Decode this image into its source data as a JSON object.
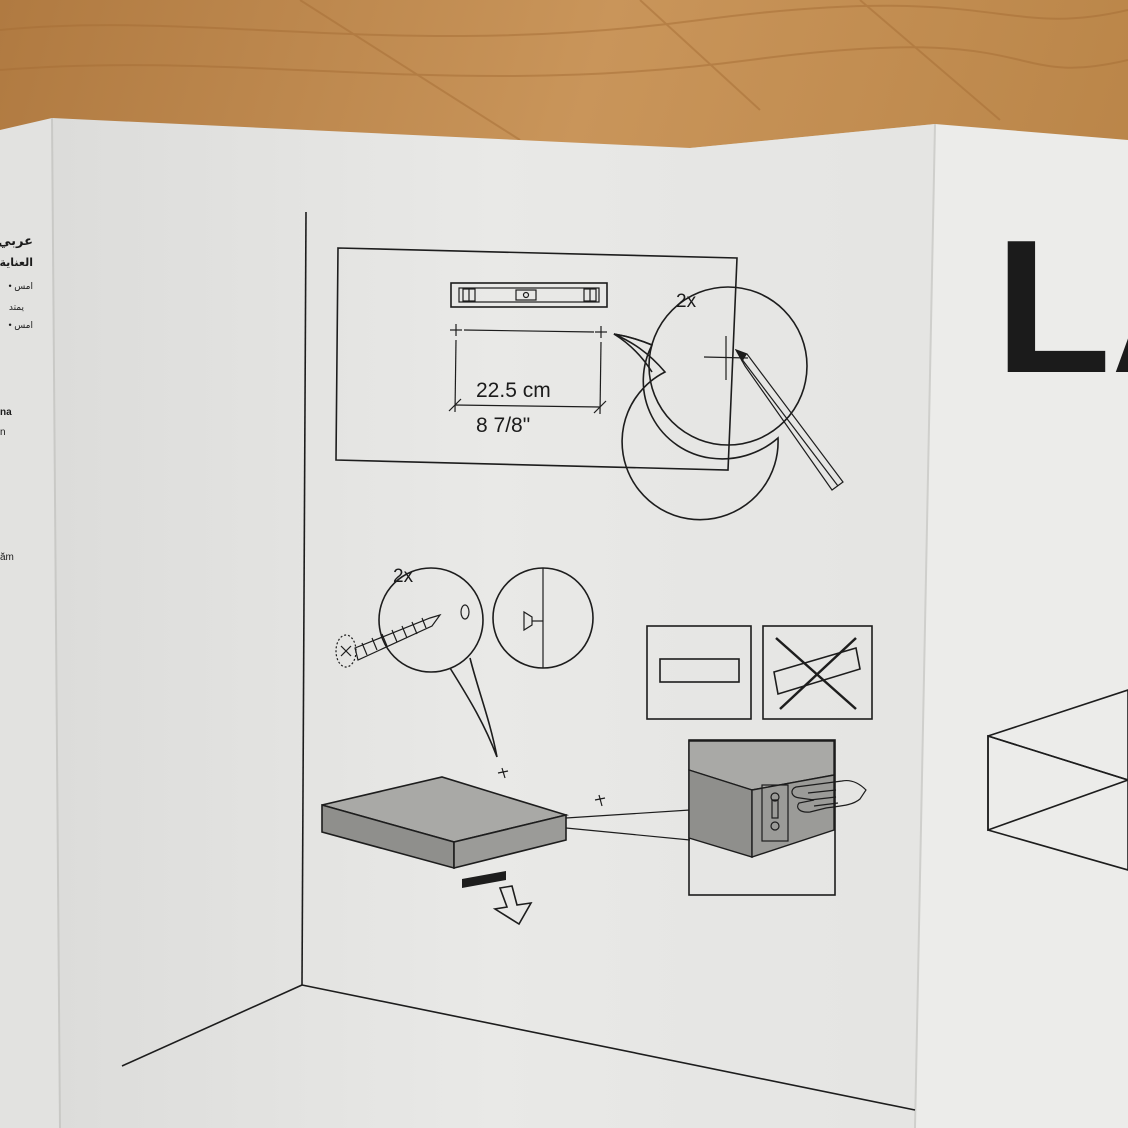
{
  "colors": {
    "wood": "#c08a4e",
    "paper": "#e8e8e6",
    "paper_shade": "#d9d9d6",
    "ink": "#1d1d1d",
    "shelf_top": "#a9a9a6",
    "shelf_front": "#8c8c89"
  },
  "left_panel": {
    "lines": [
      "عربي",
      "العناية",
      "• امس",
      "يمتد",
      "• امس",
      "na",
      "n",
      "ăm"
    ]
  },
  "step_mark": {
    "quantity": "2x",
    "distance_cm": "22.5 cm",
    "distance_in": "8 7/8\""
  },
  "step_screw": {
    "quantity": "2x"
  },
  "right_panel": {
    "title_fragment": "LA"
  }
}
